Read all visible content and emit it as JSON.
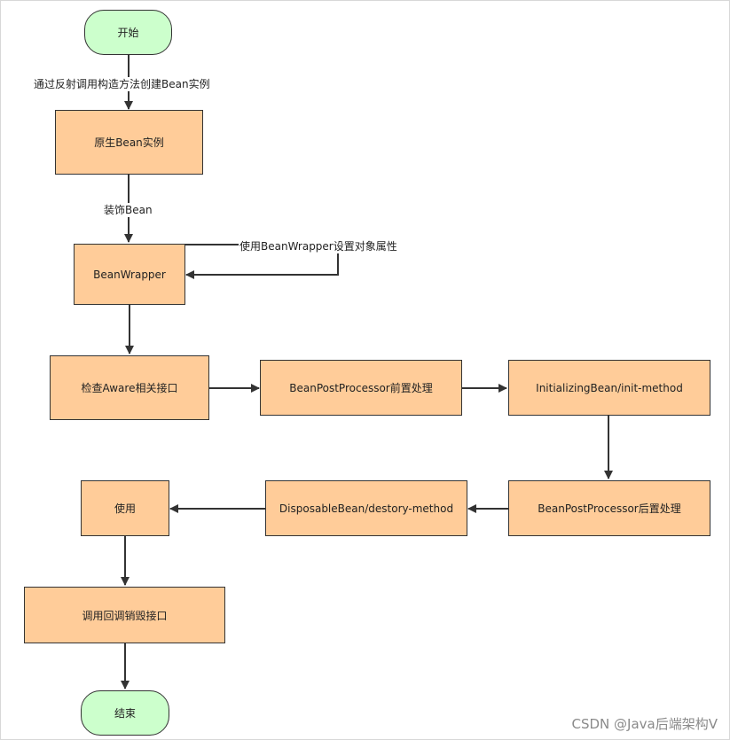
{
  "colors": {
    "process_fill": "#ffcc99",
    "terminal_fill": "#ccffcc",
    "stroke": "#333333"
  },
  "nodes": {
    "start": "开始",
    "raw_bean": "原生Bean实例",
    "bean_wrapper": "BeanWrapper",
    "aware": "检查Aware相关接口",
    "bpp_before": "BeanPostProcessor前置处理",
    "init": "InitializingBean/init-method",
    "bpp_after": "BeanPostProcessor后置处理",
    "disposable": "DisposableBean/destory-method",
    "use": "使用",
    "destroy_call": "调用回调销毁接口",
    "end": "结束"
  },
  "edge_labels": {
    "reflect": "通过反射调用构造方法创建Bean实例",
    "decorate": "装饰Bean",
    "set_props": "使用BeanWrapper设置对象属性"
  },
  "watermark": "CSDN @Java后端架构V"
}
